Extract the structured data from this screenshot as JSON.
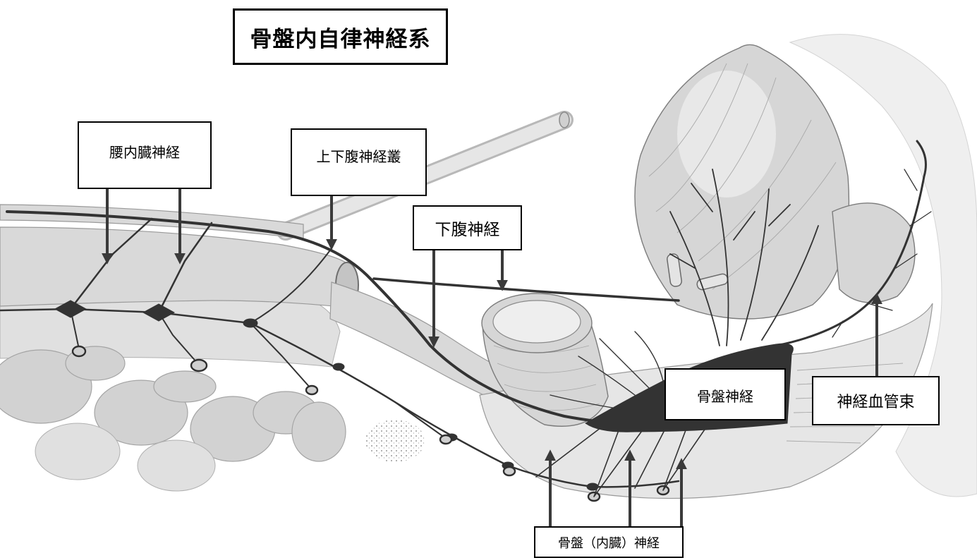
{
  "title": "骨盤内自律神経系",
  "labels": {
    "lumbar_splanchnic": "腰内臓神経",
    "superior_hypogastric_plexus": "上下腹神経叢",
    "hypogastric_nerve": "下腹神経",
    "pelvic_nerve": "骨盤神経",
    "neurovascular_bundle": "神経血管束",
    "pelvic_splanchnic": "骨盤（内臓）神経"
  },
  "colors": {
    "nerve": "#333333",
    "tissue": "#d6d6d6",
    "outline": "#8c8c8c",
    "label_border": "#000000"
  }
}
